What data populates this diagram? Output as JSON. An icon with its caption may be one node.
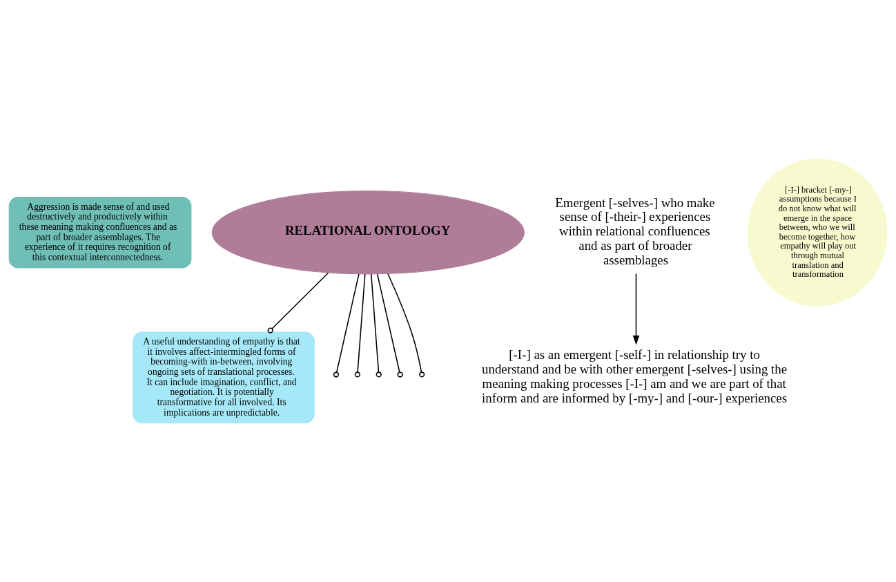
{
  "diagram": {
    "nodes": [
      {
        "text": [
          "Aggression is made sense of and used destructively and productively within these meaning making confluences and as part of broader assemblages. The experience of it requires recognition of this contextual interconnectedness."
        ]
      },
      {
        "text": [
          "A useful understanding of empathy is that it involves affect-intermingled forms of becoming-with in-between, involving ongoing sets of translational processes. It can include imagination, conflict, and negotiation. It is potentially transformative for all involved. Its implications are unpredictable."
        ]
      },
      {
        "text": [
          "[-I-] as an emergent [-self-] in relationship try to understand and be with other emergent [-selves-] using the meaning making processes [-I-] am and we are part of that inform and are informed by [-my-] and [-our-] experiences"
        ]
      },
      {
        "text": [
          "Emergent [-selves-] who make sense of [-their-] experiences within relational confluences and as part of broader assemblages"
        ]
      },
      {
        "text": [
          "[-I-] bracket [-my-] assumptions because I do not know what will emerge in the space between, who we will become together, how empathy will play out through mutual translation and transformation"
        ]
      },
      {
        "text": [
          "RELATIONAL ONTOLOGY"
        ]
      }
    ],
    "edges": [
      {
        "from": 3,
        "to": 2,
        "arrow": "to"
      },
      {
        "from": 5,
        "to": null,
        "arrow": "other"
      },
      {
        "from": 5,
        "to": 1,
        "arrow": "other"
      },
      {
        "from": 5,
        "to": null,
        "arrow": "other"
      },
      {
        "from": 5,
        "to": null,
        "arrow": "other"
      },
      {
        "from": 5,
        "to": null,
        "arrow": "other"
      },
      {
        "from": 5,
        "to": null,
        "arrow": "other"
      }
    ]
  }
}
